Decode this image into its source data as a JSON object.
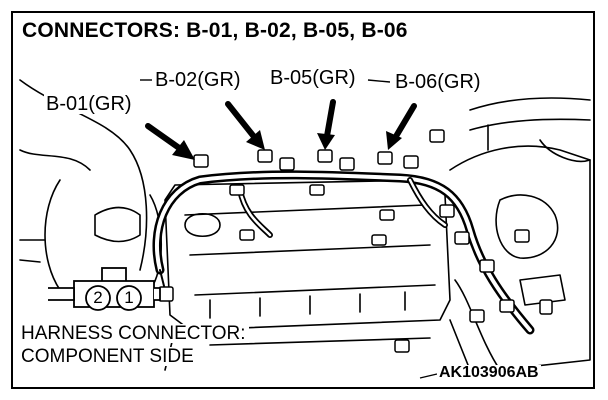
{
  "title": "CONNECTORS: B-01, B-02, B-05, B-06",
  "callouts": {
    "b01": "B-01(GR)",
    "b02": "B-02(GR)",
    "b05": "B-05(GR)",
    "b06": "B-06(GR)"
  },
  "connector_view": {
    "pin_left": "2",
    "pin_right": "1",
    "line1": "HARNESS CONNECTOR:",
    "line2": "COMPONENT SIDE"
  },
  "figure_code": "AK103906AB"
}
